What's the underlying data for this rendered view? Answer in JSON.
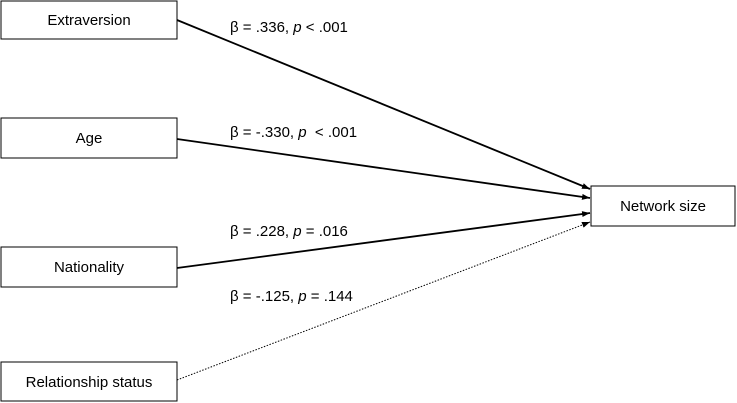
{
  "nodes": {
    "extraversion": "Extraversion",
    "age": "Age",
    "nationality": "Nationality",
    "relationship_status": "Relationship status",
    "network_size": "Network size"
  },
  "paths": [
    {
      "from": "extraversion",
      "to": "network_size",
      "beta_prefix": "β = .336, ",
      "p_letter": "p",
      "p_suffix": " < .001",
      "significant": true
    },
    {
      "from": "age",
      "to": "network_size",
      "beta_prefix": "β = -.330, ",
      "p_letter": "p",
      "p_suffix": "  < .001",
      "significant": true
    },
    {
      "from": "nationality",
      "to": "network_size",
      "beta_prefix": "β = .228, ",
      "p_letter": "p",
      "p_suffix": " = .016",
      "significant": true
    },
    {
      "from": "relationship_status",
      "to": "network_size",
      "beta_prefix": "β = -.125, ",
      "p_letter": "p",
      "p_suffix": " = .144",
      "significant": false
    }
  ],
  "colors": {
    "line": "#000000",
    "box_border": "#000000",
    "box_fill": "#ffffff"
  }
}
